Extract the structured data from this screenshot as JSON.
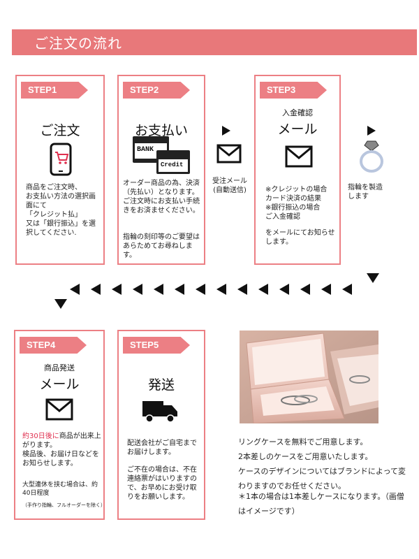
{
  "header": {
    "title": "ご注文の流れ"
  },
  "steps": [
    {
      "tag": "STEP1",
      "title": "ご注文",
      "body": "商品をご注文時、\nお支払い方法の選択画面にて\n「クレジット払」\n又は「銀行振込」を選択してください."
    },
    {
      "tag": "STEP2",
      "title": "お支払い",
      "bank_label": "BANK",
      "credit_label": "Credit",
      "body": "オーダー商品の為、決済（先払い）となります。ご注文時にお支払い手続きをお済ませください。",
      "body2": "指輪の刻印等のご要望はあらためてお尋ねします。"
    },
    {
      "tag": "STEP3",
      "subtitle": "入金確認",
      "title": "メール",
      "body": "※クレジットの場合\nカード決済の結果\n※銀行振込の場合\nご入金確認",
      "body2": "をメールにてお知らせします。"
    },
    {
      "tag": "STEP4",
      "subtitle": "商品発送",
      "title": "メール",
      "body_red": "約30日後に",
      "body": "商品が出来上がります。\n検品後、お届け日などをお知らせします。",
      "body2": "大型連休を挟む場合は、約40日程度",
      "body3": "（手作り指輪、フルオーダーを除く）"
    },
    {
      "tag": "STEP5",
      "title": "発送",
      "body": "配送会社がご自宅までお届けします。",
      "body2": "ご不在の場合は、不在連絡票がはいりますので、お早めにお受け取りをお願いします。"
    }
  ],
  "between": {
    "mail_label": "受注メール\n(自動送信)",
    "ring_label": "指輪を製造\nします"
  },
  "caption": {
    "text": "リングケースを無料でご用意します。\n2本差しのケースをご用意いたします。\nケースのデザインについてはブランドによって変わりますのでお任せください。",
    "note": "＊1本の場合は1本差しケースになります。（画僧はイメージです）"
  },
  "colors": {
    "accent": "#ec7f84",
    "header": "#e8787a",
    "emphasis": "#e0304f"
  },
  "icons": [
    "smartphone-cart-icon",
    "bank-credit-icon",
    "mail-icon",
    "ring-icon",
    "truck-icon",
    "arrow-icon"
  ]
}
